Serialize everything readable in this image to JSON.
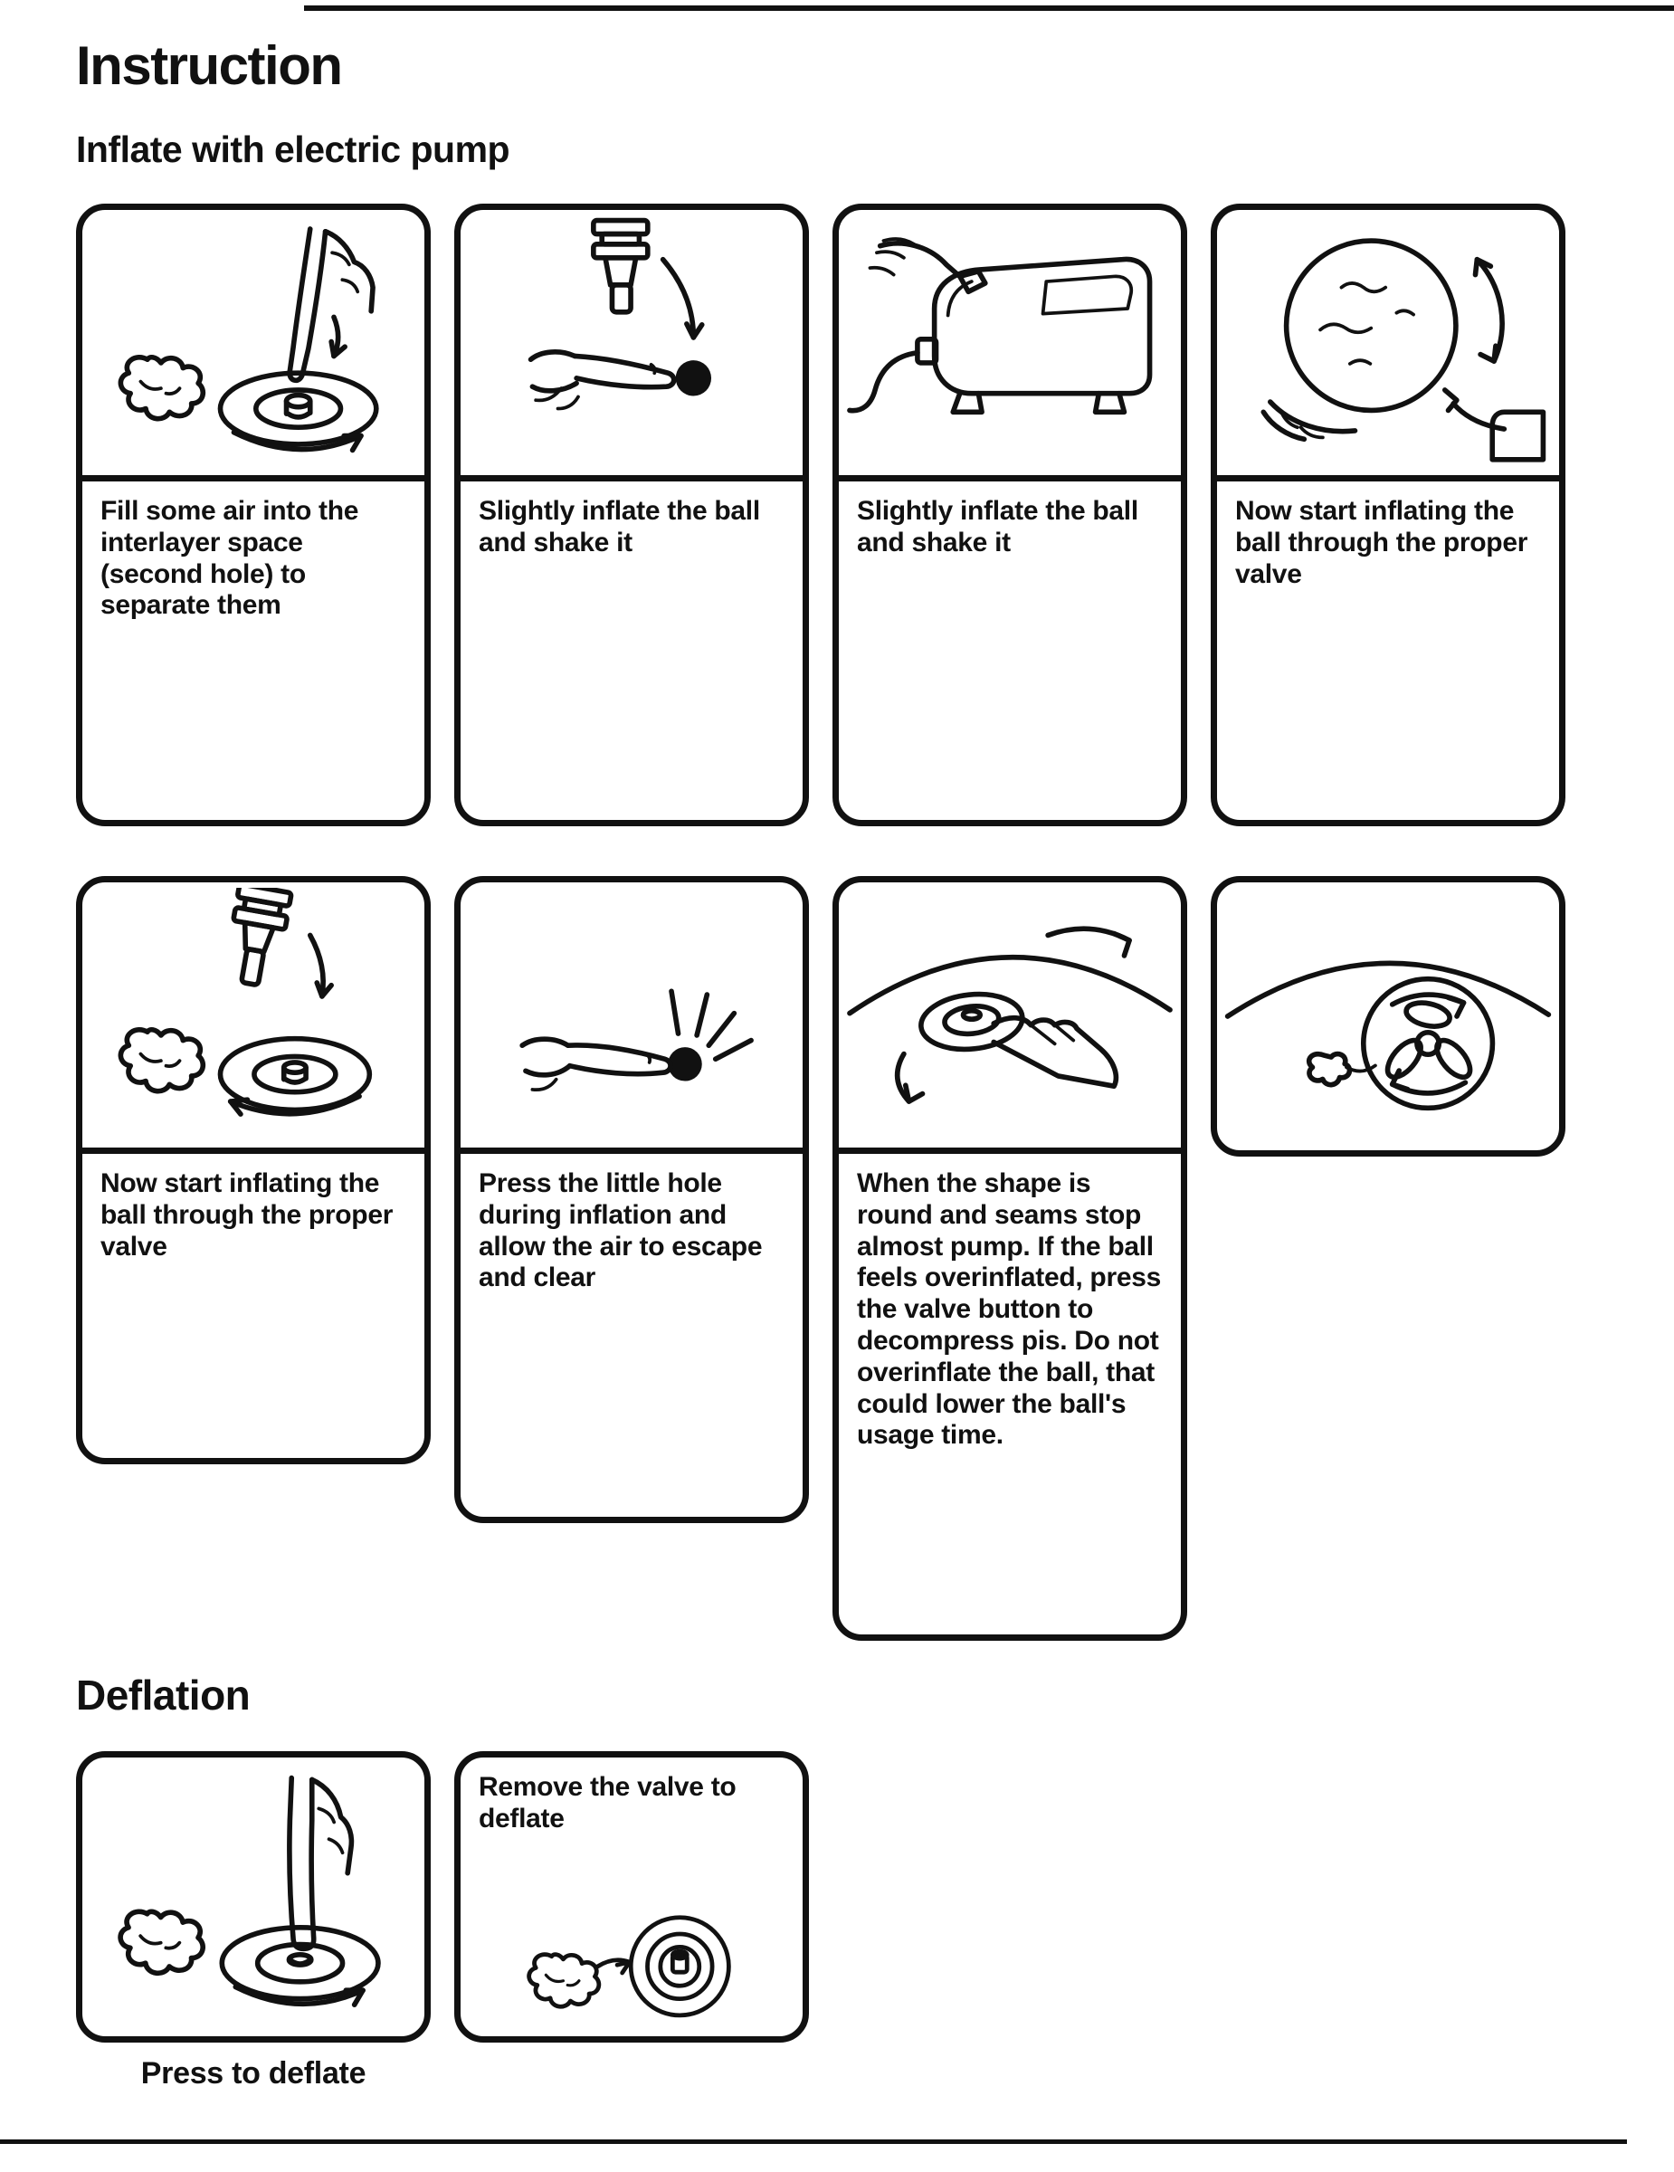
{
  "page": {
    "title": "Instruction",
    "inflate_heading": "Inflate with electric pump",
    "deflation_heading": "Deflation"
  },
  "inflate_steps": [
    {
      "illustration": "finger-pressing-valve-with-deflated-ball",
      "text": "Fill some air into the interlayer space (second hole) to separate them"
    },
    {
      "illustration": "pump-nozzle-and-finger-pressing-hole",
      "text": "Slightly inflate the ball and shake it"
    },
    {
      "illustration": "electric-pump-machine",
      "text": "Slightly inflate the ball and shake it"
    },
    {
      "illustration": "rotating-ball-with-pump-hose",
      "text": "Now start inflating the ball through the proper valve"
    },
    {
      "illustration": "pump-nozzle-into-valve",
      "text": "Now start inflating the ball through the proper valve"
    },
    {
      "illustration": "finger-pressing-little-hole",
      "text": "Press the little hole during inflation and allow the air to escape and clear"
    },
    {
      "illustration": "hand-pressing-valve-on-round-ball",
      "text": "When the shape is round and seams stop almost pump. If the ball feels overinflated, press the valve button to decompress pis. Do not overinflate the ball, that could lower the ball's usage time."
    },
    {
      "illustration": "valve-closeup-with-rotation-arrows",
      "text": ""
    }
  ],
  "deflation_steps": [
    {
      "illustration": "finger-pressing-valve-to-deflate",
      "caption": "Press to deflate"
    },
    {
      "illustration": "valve-removed-concentric-hole",
      "text": "Remove the valve to deflate"
    }
  ]
}
